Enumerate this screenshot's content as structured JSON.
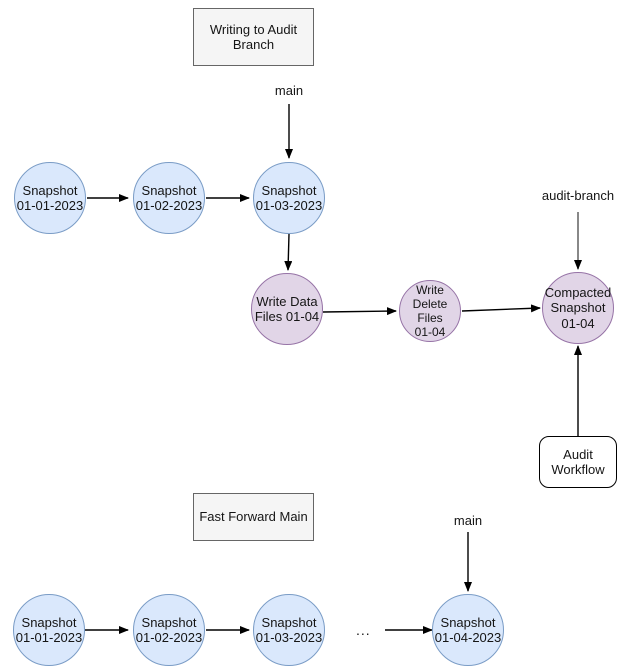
{
  "diagram": {
    "title": "Writing to Audit Branch / Fast Forward Main",
    "colors": {
      "snapshot_fill": "#dae8fc",
      "snapshot_stroke": "#7a9cc6",
      "write_fill": "#e1d5e7",
      "write_stroke": "#9673a6",
      "group_fill": "#f5f5f5",
      "group_stroke": "#666666",
      "workflow_fill": "#ffffff",
      "workflow_stroke": "#000000",
      "edge": "#000000",
      "text": "#151515"
    },
    "sections": [
      {
        "id": "writing-to-audit-branch",
        "label": "Writing to Audit\nBranch"
      },
      {
        "id": "fast-forward-main",
        "label": "Fast Forward Main"
      }
    ],
    "nodes": {
      "snapshot_0101_top": "Snapshot\n01-01-2023",
      "snapshot_0102_top": "Snapshot\n01-02-2023",
      "snapshot_0103_top": "Snapshot\n01-03-2023",
      "write_data_files": "Write Data\nFiles 01-04",
      "write_delete_files": "Write\nDelete Files\n01-04",
      "compacted_snapshot": "Compacted\nSnapshot\n01-04",
      "audit_workflow": "Audit\nWorkflow",
      "snapshot_0101_bottom": "Snapshot\n01-01-2023",
      "snapshot_0102_bottom": "Snapshot\n01-02-2023",
      "snapshot_0103_bottom": "Snapshot\n01-03-2023",
      "snapshot_0104_bottom": "Snapshot\n01-04-2023"
    },
    "edge_labels": {
      "main_top": "main",
      "audit_branch": "audit-branch",
      "main_bottom": "main"
    },
    "ellipsis": "..."
  }
}
